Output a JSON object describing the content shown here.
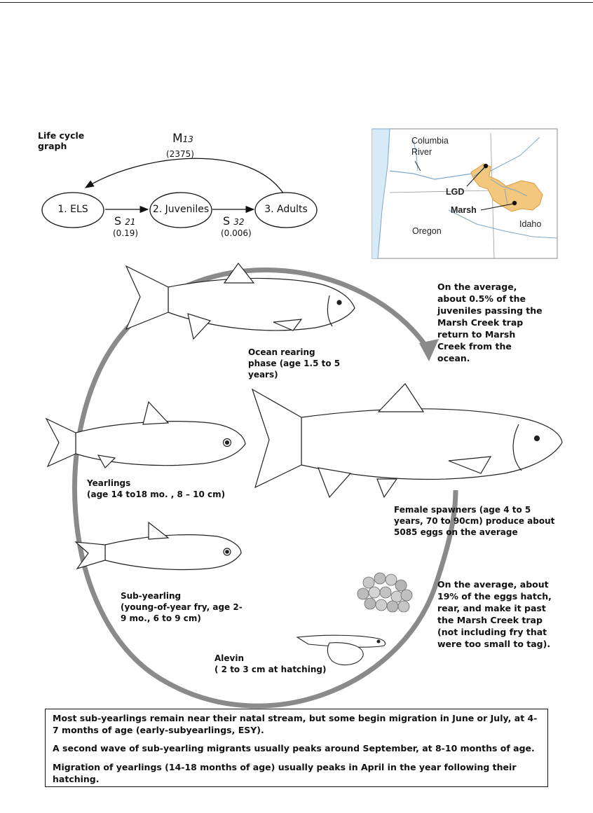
{
  "lifecycle": {
    "title": "Life cycle graph",
    "m_label": "M",
    "m_sub": "13",
    "m_value": "(2375)",
    "nodes": [
      "1. ELS",
      "2. Juveniles",
      "3. Adults"
    ],
    "s21_label": "S",
    "s21_sub": "21",
    "s21_value": "(0.19)",
    "s32_label": "S",
    "s32_sub": "32",
    "s32_value": "(0.006)"
  },
  "map": {
    "columbia": "Columbia",
    "river": "River",
    "lgd": "LGD",
    "marsh": "Marsh",
    "idaho": "Idaho",
    "oregon": "Oregon",
    "colors": {
      "water": "#d6eaf7",
      "basin": "#f4c77e",
      "land": "#ffffff"
    }
  },
  "notes": {
    "return_note": [
      "On the average,",
      "about 0.5% of the",
      "juveniles passing the",
      "Marsh Creek trap",
      "return to Marsh",
      "Creek from the",
      "ocean."
    ],
    "egg_note": [
      "On the average, about",
      "19% of the eggs hatch,",
      "rear, and make it past",
      "the Marsh Creek trap",
      "(not including fry that",
      "were too small to tag)."
    ]
  },
  "captions": {
    "ocean": [
      "Ocean rearing",
      "phase (age  1.5 to 5",
      "years)"
    ],
    "yearlings": [
      "Yearlings",
      "(age 14 to18 mo. , 8 – 10 cm)"
    ],
    "spawners": [
      "Female spawners (age 4 to 5",
      "years, 70 to 90cm)  produce about",
      "5085 eggs on the average"
    ],
    "subyearling": [
      "Sub-yearling",
      "(young-of-year fry, age 2-",
      "9 mo., 6 to 9 cm)"
    ],
    "alevin": [
      "Alevin",
      "( 2 to 3 cm at hatching)"
    ]
  },
  "box": {
    "p1": "Most sub-yearlings remain near their natal stream, but some begin migration in June or July, at 4-7 months of age (early-subyearlings, ESY).",
    "p2": "A second wave of sub-yearling migrants usually peaks around September, at 8-10 months of age.",
    "p3": "Migration of yearlings (14-18 months of age) usually peaks in April in the year following their hatching."
  }
}
